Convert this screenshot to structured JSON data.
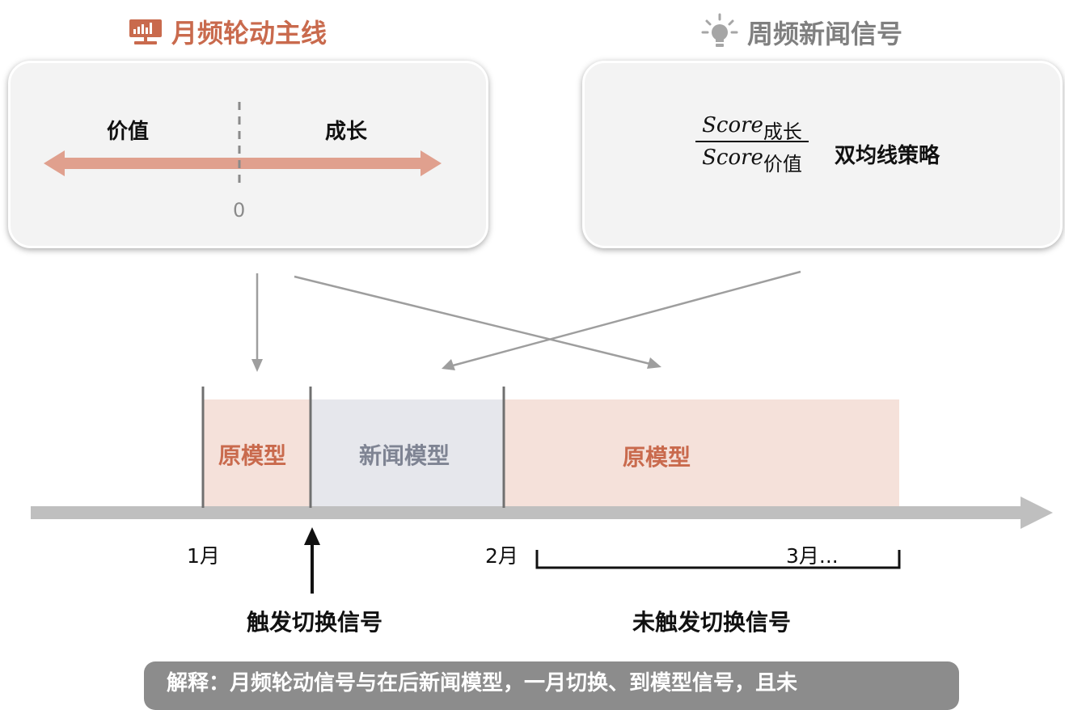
{
  "header": {
    "left_title": "月频轮动主线",
    "left_icon": "presentation-chart-icon",
    "right_title": "周频新闻信号",
    "right_icon": "lightbulb-icon"
  },
  "left_card": {
    "value_label": "价值",
    "growth_label": "成长",
    "zero_label": "0",
    "arrow_color": "#e0a08e"
  },
  "right_card": {
    "numerator": "Score",
    "numerator_sub": "成长",
    "denominator": "Score",
    "denominator_sub": "价值",
    "strategy_label": "双均线策略"
  },
  "timeline": {
    "blocks": [
      {
        "label": "原模型",
        "color": "#f5e1da",
        "text_color": "#c96a4d"
      },
      {
        "label": "新闻模型",
        "color": "#e6e7ec",
        "text_color": "#7f8493"
      },
      {
        "label": "原模型",
        "color": "#f5e1da",
        "text_color": "#c96a4d"
      }
    ],
    "months": [
      "1月",
      "2月",
      "3月..."
    ],
    "trigger_label": "触发切换信号",
    "no_trigger_label": "未触发切换信号"
  },
  "bottom": {
    "text": "解释：月频轮动信号与在后新闻模型，一月切换、到模型信号，且未"
  },
  "colors": {
    "accent": "#c96a4d",
    "muted": "#7f7f7f",
    "axis": "#bfbfbf"
  }
}
